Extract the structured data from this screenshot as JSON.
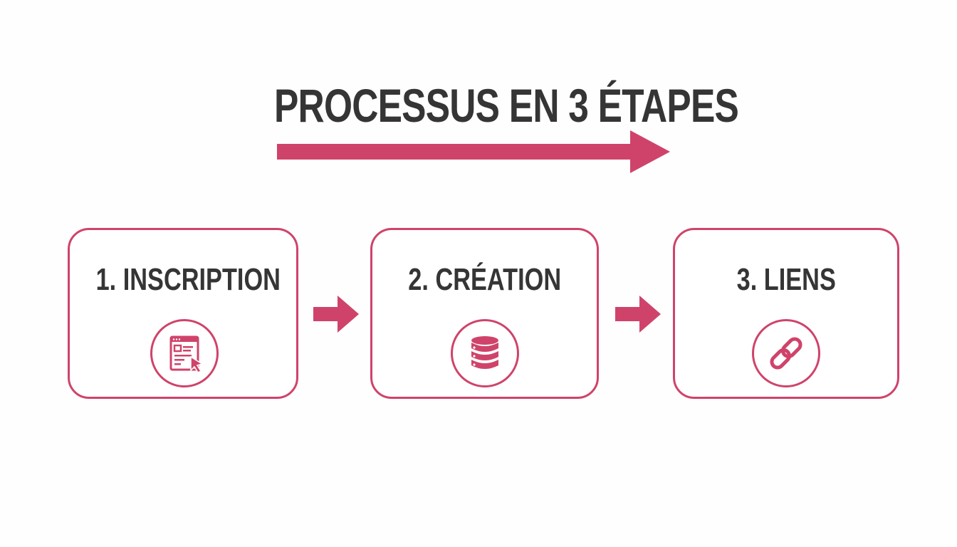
{
  "title": "PROCESSUS EN 3 ÉTAPES",
  "colors": {
    "accent": "#cf436a",
    "text": "#353535",
    "background": "#fefefe"
  },
  "steps": [
    {
      "label": "1. INSCRIPTION",
      "icon": "web-form-cursor-icon"
    },
    {
      "label": "2. CRÉATION",
      "icon": "database-icon"
    },
    {
      "label": "3. LIENS",
      "icon": "link-chain-icon"
    }
  ]
}
